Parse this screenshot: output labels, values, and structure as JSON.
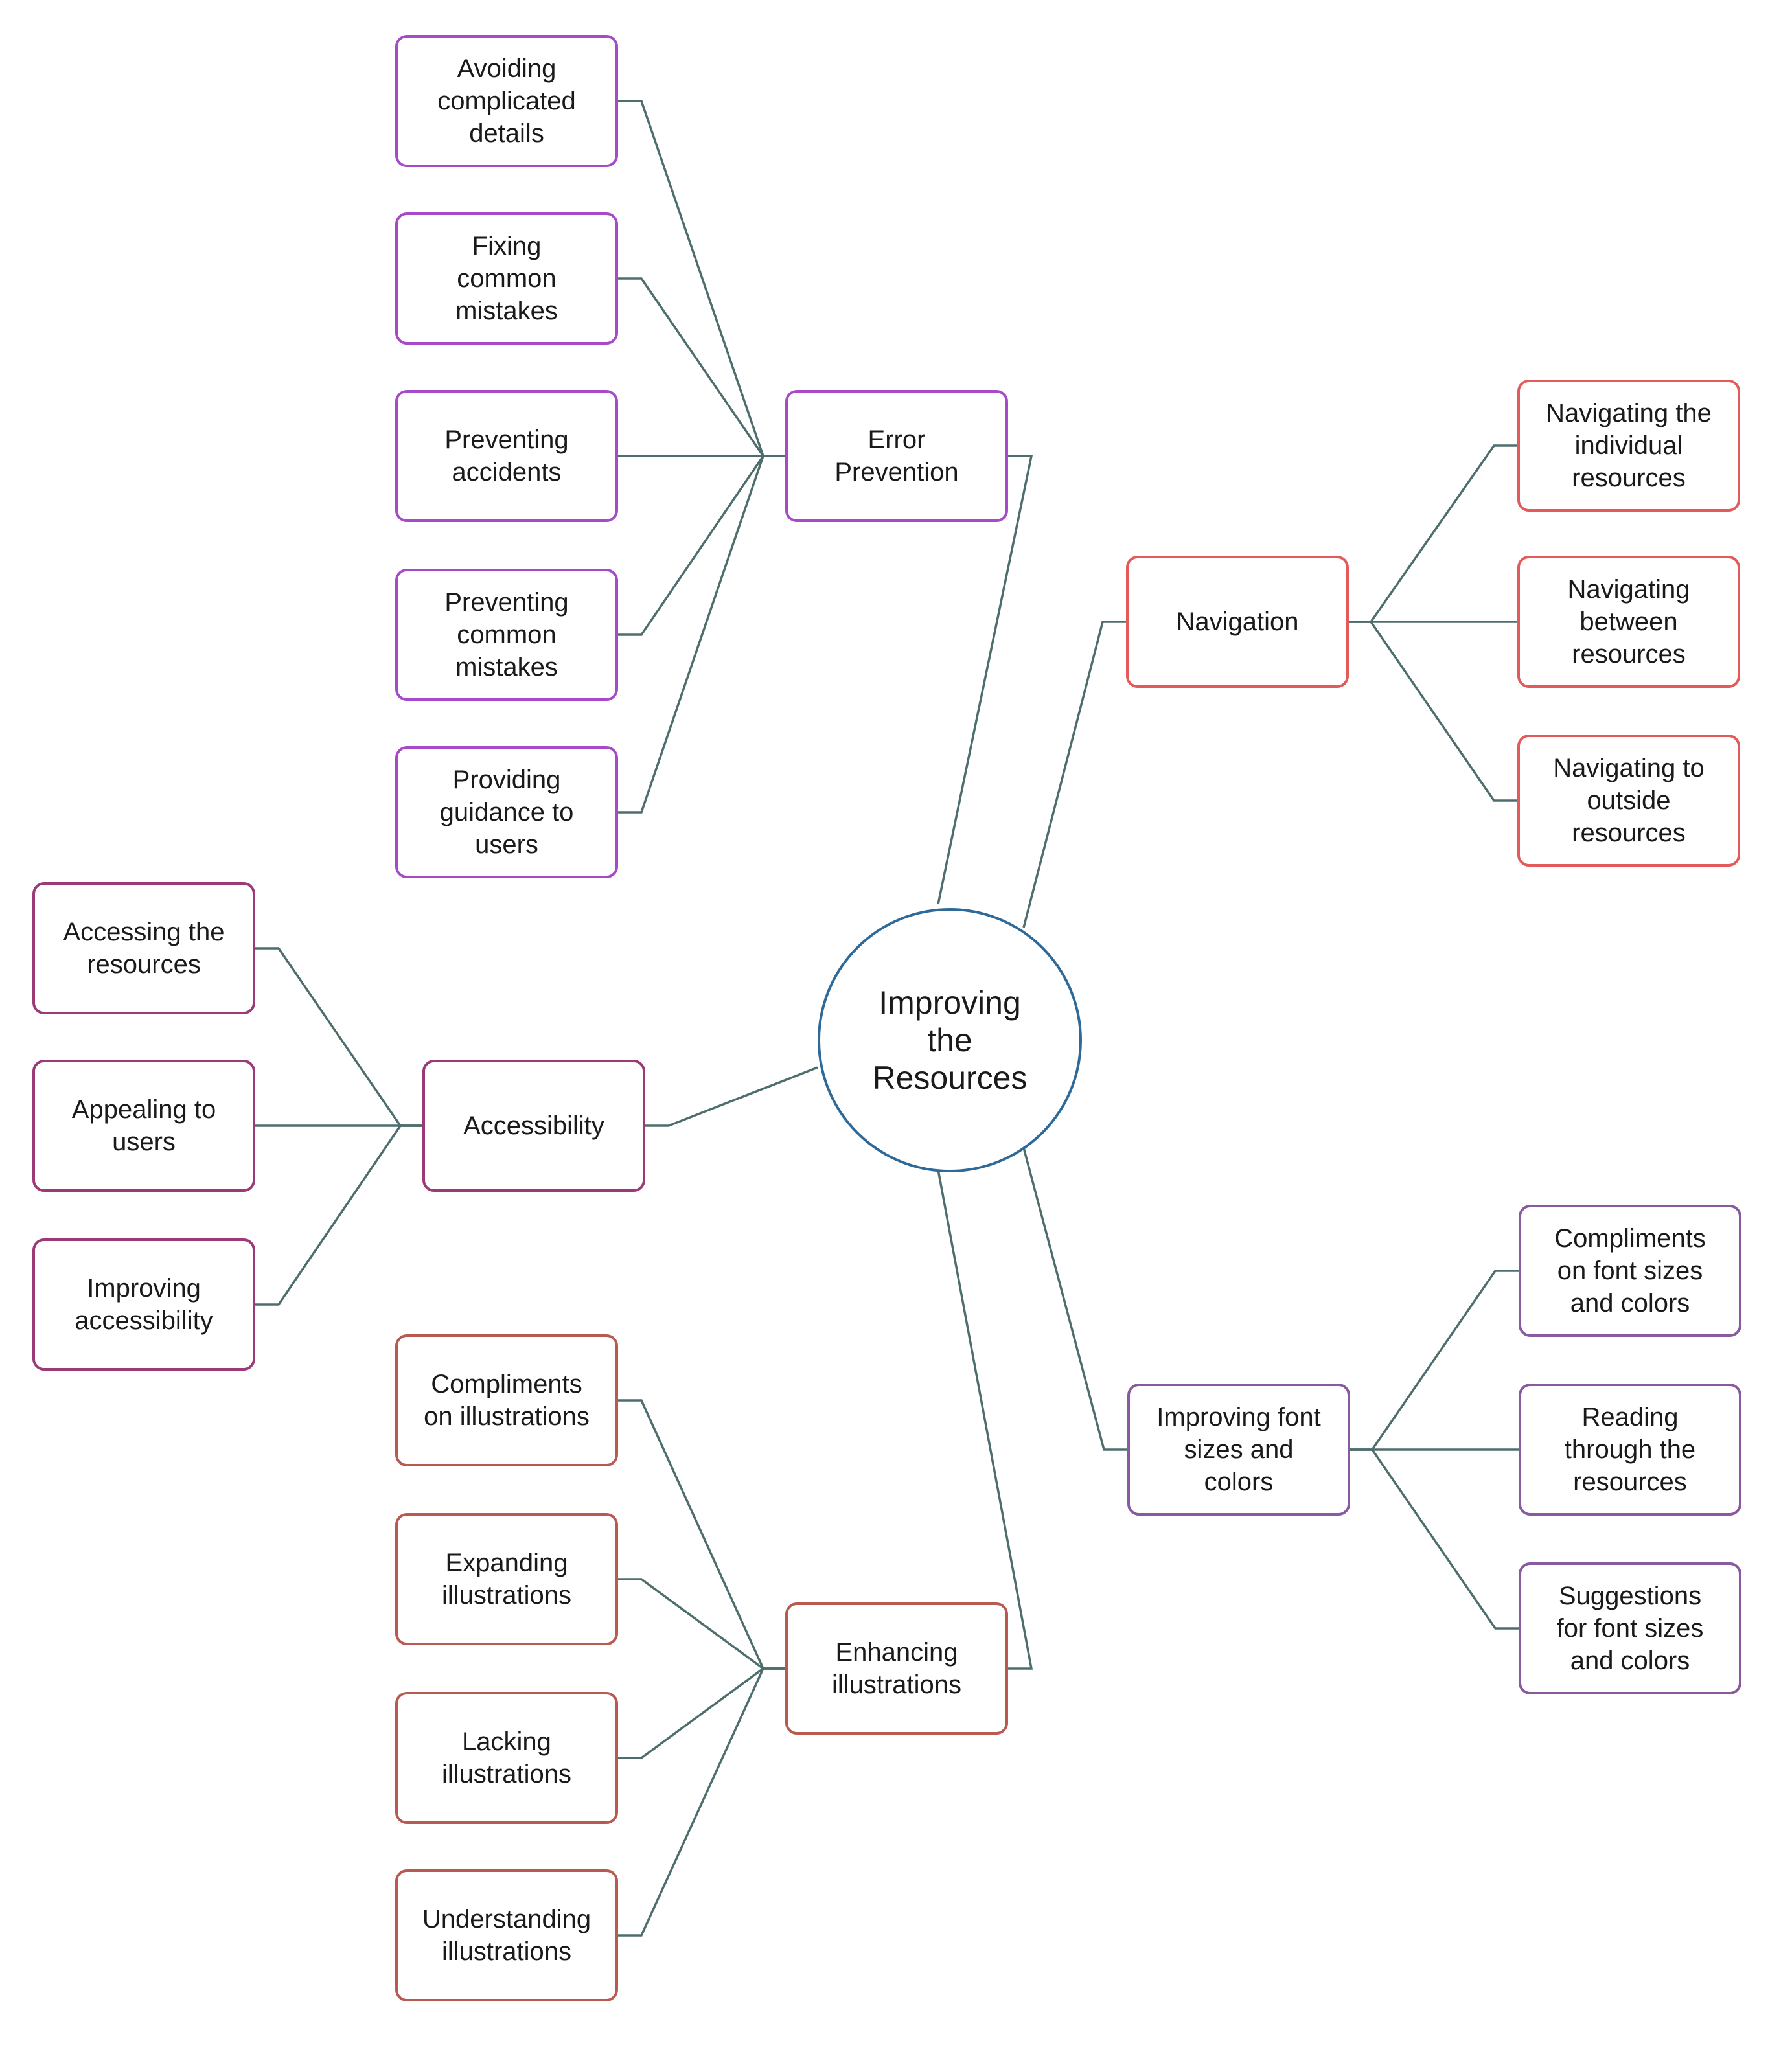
{
  "diagram": {
    "root": {
      "label": "Improving\nthe\nResources",
      "color": "#2e6a99"
    },
    "link_color": "#4e6e6e",
    "branches": [
      {
        "id": "error-prevention",
        "label": "Error\nPrevention",
        "color": "#a64ac9",
        "children": [
          "Avoiding\ncomplicated\ndetails",
          "Fixing\ncommon\nmistakes",
          "Preventing\naccidents",
          "Preventing\ncommon\nmistakes",
          "Providing\nguidance to\nusers"
        ]
      },
      {
        "id": "navigation",
        "label": "Navigation",
        "color": "#e25a5a",
        "children": [
          "Navigating the\nindividual\nresources",
          "Navigating\nbetween\nresources",
          "Navigating to\noutside\nresources"
        ]
      },
      {
        "id": "accessibility",
        "label": "Accessibility",
        "color": "#9c3a78",
        "children": [
          "Accessing the\nresources",
          "Appealing to\nusers",
          "Improving\naccessibility"
        ]
      },
      {
        "id": "font-sizes",
        "label": "Improving font\nsizes and\ncolors",
        "color": "#8a5a9e",
        "children": [
          "Compliments\non font sizes\nand colors",
          "Reading\nthrough the\nresources",
          "Suggestions\nfor font sizes\nand colors"
        ]
      },
      {
        "id": "illustrations",
        "label": "Enhancing\nillustrations",
        "color": "#b85a50",
        "children": [
          "Compliments\non illustrations",
          "Expanding\nillustrations",
          "Lacking\nillustrations",
          "Understanding\nillustrations"
        ]
      }
    ]
  }
}
